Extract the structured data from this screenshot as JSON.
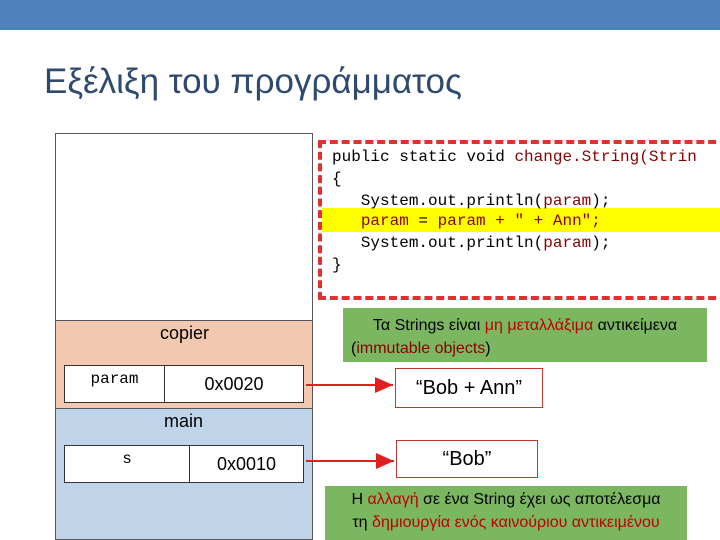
{
  "slide": {
    "title": "Εξέλιξη του προγράμματος"
  },
  "stack": {
    "copier_label": "copier",
    "main_label": "main",
    "param_name": "param",
    "param_value": "0x0020",
    "s_name": "s",
    "s_value": "0x0010"
  },
  "code": {
    "line1_a": "public static void ",
    "line1_b": "change.String(Strin",
    "line2": "{",
    "line3_a": "   System.out.println(",
    "line3_b": "param",
    "line3_c": ");",
    "line4_a": "   ",
    "line4_b": "param",
    "line4_c": " = ",
    "line4_d": "param",
    "line4_e": " + \" + Ann\";",
    "line5_a": "   System.out.println(",
    "line5_b": "param",
    "line5_c": ");",
    "line6": "}"
  },
  "heap": {
    "new_string": "“Bob + Ann”",
    "old_string": "“Bob”"
  },
  "notes": {
    "immutable_a": "Τα Strings είναι ",
    "immutable_b": "μη μεταλλάξιμα",
    "immutable_c": " αντικείμενα",
    "immutable_d": "(",
    "immutable_e": "immutable objects",
    "immutable_f": ")",
    "change_a": "Η ",
    "change_b": "αλλαγή",
    "change_c": " σε ένα String έχει ως αποτέλεσμα",
    "change_d": "τη ",
    "change_e": "δημιουργία ενός καινούριου αντικειμένου"
  },
  "colors": {
    "topbar": "#4f81bd",
    "arrow": "#e02020",
    "code_border": "#e03030",
    "highlight": "#ffff00",
    "note_bg": "#7bb661"
  }
}
